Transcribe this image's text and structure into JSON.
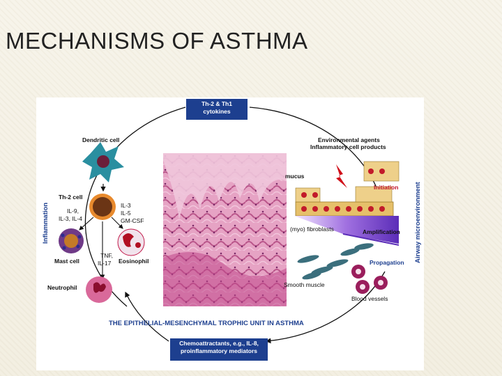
{
  "slide": {
    "title": "MECHANISMS OF ASTHMA"
  },
  "diagram": {
    "top_box": [
      "Th-2 & Th1",
      "cytokines"
    ],
    "bottom_box": [
      "Chemoattractants, e.g., IL-8,",
      "proinflammatory mediators"
    ],
    "caption": "THE EPITHELIAL-MESENCHYMAL  TROPHIC UNIT IN ASTHMA",
    "left_side_label": "Inflammation",
    "right_side_label": "Airway microenvironment",
    "cells": {
      "dendritic": "Dendritic cell",
      "th2": "Th-2 cell",
      "mast": "Mast cell",
      "eosinophil": "Eosinophil",
      "neutrophil": "Neutrophil"
    },
    "cytokines_left": [
      "IL-9,",
      "IL-3, IL-4"
    ],
    "cytokines_right": [
      "IL-3",
      "IL-5",
      "GM-CSF"
    ],
    "tnf": [
      "TNF,",
      "IL-17"
    ],
    "environment": [
      "Environmental agents",
      "Inflammatory cell products"
    ],
    "mucus": "mucus",
    "initiation": "Initiation",
    "fibroblasts": "(myo) fibroblasts",
    "amplification": "Amplification",
    "propagation": "Propagation",
    "smooth_muscle": "Smooth muscle",
    "blood_vessels": "Blood vessels",
    "colors": {
      "navy": "#1d3f8f",
      "red_label": "#c0102a",
      "tissue": "#d98ab0"
    }
  }
}
